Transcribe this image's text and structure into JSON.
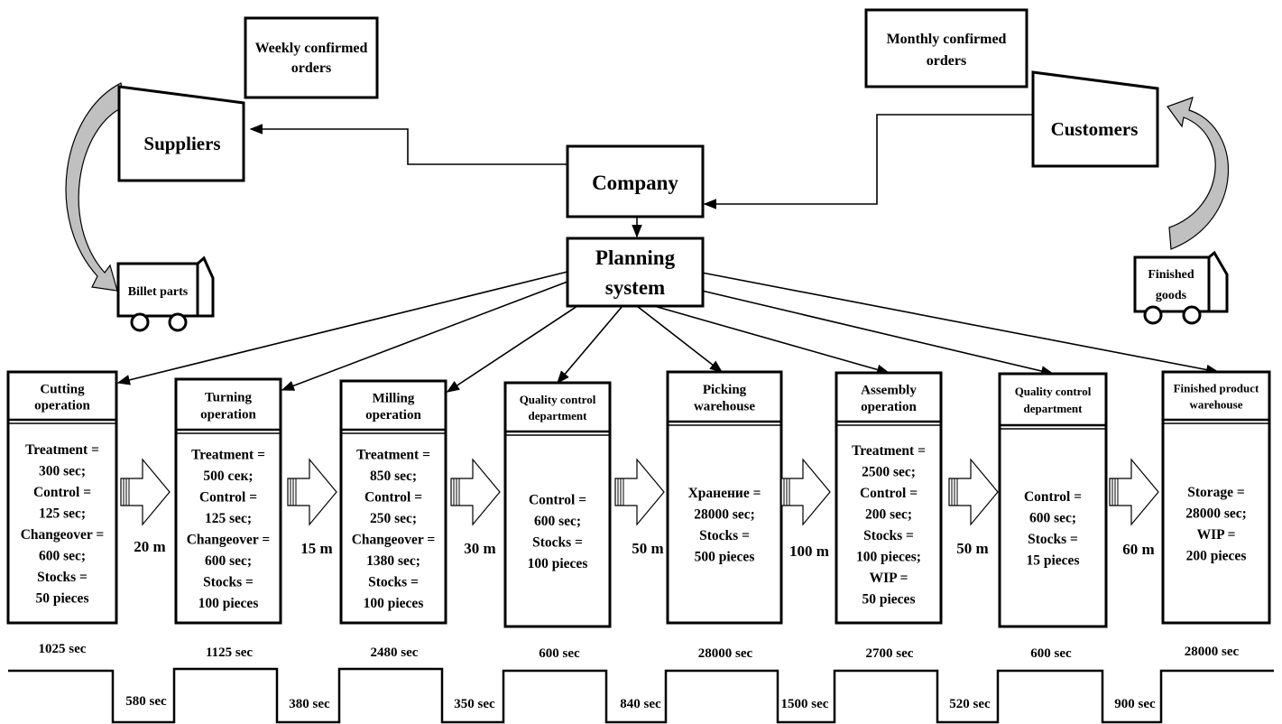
{
  "nodes": {
    "weekly_orders": [
      "Weekly confirmed",
      "orders"
    ],
    "monthly_orders": [
      "Monthly confirmed",
      "orders"
    ],
    "suppliers": "Suppliers",
    "customers": "Customers",
    "company": "Company",
    "planning": [
      "Planning",
      "system"
    ],
    "billet": "Billet parts",
    "finished_goods": [
      "Finished",
      "goods"
    ]
  },
  "stations": [
    {
      "title": [
        "Cutting",
        "operation"
      ],
      "body": [
        "Treatment =",
        "300 sec;",
        "Control =",
        "125 sec;",
        "Changeover =",
        "600 sec;",
        "Stocks =",
        "50 pieces"
      ],
      "time": "1025 sec"
    },
    {
      "title": [
        "Turning",
        "operation"
      ],
      "body": [
        "Treatment =",
        "500 сек;",
        "Control =",
        "125 sec;",
        "Changeover =",
        "600 sec;",
        "Stocks =",
        "100 pieces"
      ],
      "time": "1125 sec"
    },
    {
      "title": [
        "Milling",
        "operation"
      ],
      "body": [
        "Treatment =",
        "850 sec;",
        "Control =",
        "250 sec;",
        "Changeover =",
        "1380 sec;",
        "Stocks =",
        "100 pieces"
      ],
      "time": "2480 sec"
    },
    {
      "title": [
        "Quality control",
        "department"
      ],
      "body": [
        "Control =",
        "600 sec;",
        "Stocks =",
        "100 pieces"
      ],
      "time": "600 sec"
    },
    {
      "title": [
        "Picking",
        "warehouse"
      ],
      "body": [
        "Хранение =",
        "28000 sec;",
        "Stocks =",
        "500 pieces"
      ],
      "time": "28000 sec"
    },
    {
      "title": [
        "Assembly",
        "operation"
      ],
      "body": [
        "Treatment =",
        "2500 sec;",
        "Control =",
        "200 sec;",
        "Stocks =",
        "100 pieces;",
        "WIP =",
        "50 pieces"
      ],
      "time": "2700 sec"
    },
    {
      "title": [
        "Quality control",
        "department"
      ],
      "body": [
        "Control =",
        "600 sec;",
        "Stocks =",
        "15 pieces"
      ],
      "time": "600 sec"
    },
    {
      "title": [
        "Finished product",
        "warehouse"
      ],
      "body": [
        "Storage =",
        "28000 sec;",
        "WIP =",
        "200 pieces"
      ],
      "time": "28000 sec"
    }
  ],
  "distances": [
    "20 m",
    "15 m",
    "30 m",
    "50 m",
    "100 m",
    "50 m",
    "60 m"
  ],
  "gaps": [
    "580 sec",
    "380 sec",
    "350 sec",
    "840 sec",
    "1500 sec",
    "520 sec",
    "900 sec"
  ],
  "colors": {
    "line": "#000000",
    "fill": "#ffffff",
    "curve_arrow": "#c0c0c0"
  }
}
